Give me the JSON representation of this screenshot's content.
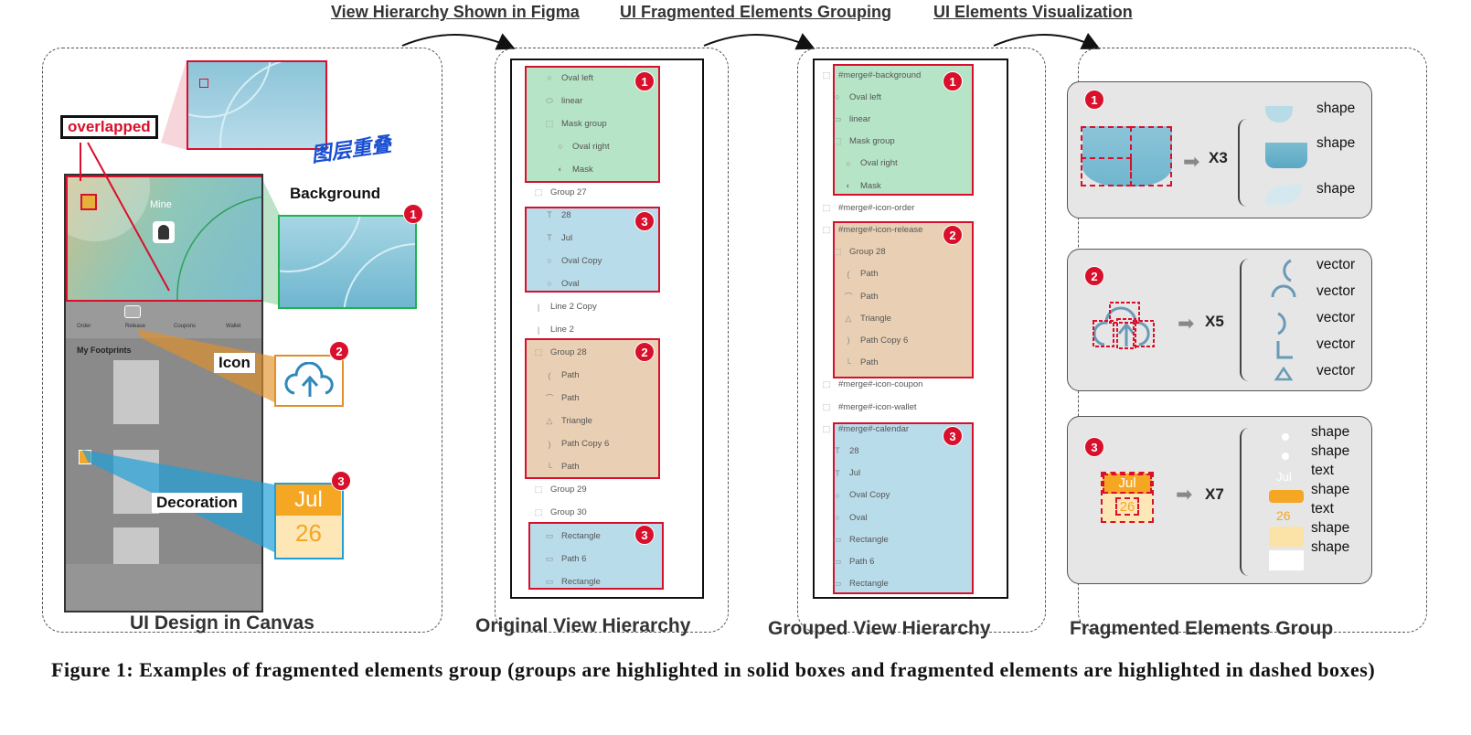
{
  "header": {
    "step1": "View Hierarchy Shown in Figma",
    "step2": "UI Fragmented Elements Grouping",
    "step3": "UI Elements Visualization"
  },
  "captions": {
    "canvas": "UI Design in Canvas",
    "original": "Original View Hierarchy",
    "grouped": "Grouped View Hierarchy",
    "fragmented": "Fragmented Elements Group"
  },
  "figure_caption": "Figure 1: Examples of fragmented elements group (groups are highlighted in solid boxes and fragmented elements are highlighted in dashed boxes)",
  "canvas": {
    "overlapped_label": "overlapped",
    "background_label": "Background",
    "icon_label": "Icon",
    "decoration_label": "Decoration",
    "handwriting": "图层重叠",
    "phone_title": "Mine",
    "tabs": [
      "Order",
      "Release",
      "Coupons",
      "Wallet"
    ],
    "footprints": "My Footprints",
    "calendar_month": "Jul",
    "calendar_day": "26"
  },
  "badges": [
    "1",
    "2",
    "3"
  ],
  "original_tree": [
    {
      "icon": "○",
      "label": "Oval left",
      "indent": 1
    },
    {
      "icon": "⬭",
      "label": "linear",
      "indent": 1
    },
    {
      "icon": "⬚",
      "label": "Mask group",
      "indent": 1
    },
    {
      "icon": "○",
      "label": "Oval right",
      "indent": 2
    },
    {
      "icon": "◐",
      "label": "Mask",
      "indent": 2
    },
    {
      "icon": "⬚",
      "label": "Group 27",
      "indent": 0
    },
    {
      "icon": "T",
      "label": "28",
      "indent": 1
    },
    {
      "icon": "T",
      "label": "Jul",
      "indent": 1
    },
    {
      "icon": "○",
      "label": "Oval Copy",
      "indent": 1
    },
    {
      "icon": "○",
      "label": "Oval",
      "indent": 1
    },
    {
      "icon": "|",
      "label": "Line 2 Copy",
      "indent": 0
    },
    {
      "icon": "|",
      "label": "Line 2",
      "indent": 0
    },
    {
      "icon": "⬚",
      "label": "Group 28",
      "indent": 0
    },
    {
      "icon": "(",
      "label": "Path",
      "indent": 1
    },
    {
      "icon": "⌒",
      "label": "Path",
      "indent": 1
    },
    {
      "icon": "△",
      "label": "Triangle",
      "indent": 1
    },
    {
      "icon": ")",
      "label": "Path Copy 6",
      "indent": 1
    },
    {
      "icon": "└",
      "label": "Path",
      "indent": 1
    },
    {
      "icon": "⬚",
      "label": "Group 29",
      "indent": 0
    },
    {
      "icon": "⬚",
      "label": "Group 30",
      "indent": 0
    },
    {
      "icon": "▭",
      "label": "Rectangle",
      "indent": 1
    },
    {
      "icon": "▭",
      "label": "Path 6",
      "indent": 1
    },
    {
      "icon": "▭",
      "label": "Rectangle",
      "indent": 1
    }
  ],
  "grouped_tree": [
    {
      "icon": "⬚",
      "label": "#merge#-background",
      "indent": 0
    },
    {
      "icon": "○",
      "label": "Oval left",
      "indent": 1
    },
    {
      "icon": "▭",
      "label": "linear",
      "indent": 1
    },
    {
      "icon": "⬚",
      "label": "Mask group",
      "indent": 1
    },
    {
      "icon": "○",
      "label": "Oval right",
      "indent": 2
    },
    {
      "icon": "◐",
      "label": "Mask",
      "indent": 2
    },
    {
      "icon": "⬚",
      "label": "#merge#-icon-order",
      "indent": 0
    },
    {
      "icon": "⬚",
      "label": "#merge#-icon-release",
      "indent": 0
    },
    {
      "icon": "⬚",
      "label": "Group 28",
      "indent": 1
    },
    {
      "icon": "(",
      "label": "Path",
      "indent": 2
    },
    {
      "icon": "⌒",
      "label": "Path",
      "indent": 2
    },
    {
      "icon": "△",
      "label": "Triangle",
      "indent": 2
    },
    {
      "icon": ")",
      "label": "Path Copy 6",
      "indent": 2
    },
    {
      "icon": "└",
      "label": "Path",
      "indent": 2
    },
    {
      "icon": "⬚",
      "label": "#merge#-icon-coupon",
      "indent": 0
    },
    {
      "icon": "⬚",
      "label": "#merge#-icon-wallet",
      "indent": 0
    },
    {
      "icon": "⬚",
      "label": "#merge#-calendar",
      "indent": 0
    },
    {
      "icon": "T",
      "label": "28",
      "indent": 1
    },
    {
      "icon": "T",
      "label": "Jul",
      "indent": 1
    },
    {
      "icon": "○",
      "label": "Oval Copy",
      "indent": 1
    },
    {
      "icon": "○",
      "label": "Oval",
      "indent": 1
    },
    {
      "icon": "▭",
      "label": "Rectangle",
      "indent": 1
    },
    {
      "icon": "▭",
      "label": "Path 6",
      "indent": 1
    },
    {
      "icon": "▭",
      "label": "Rectangle",
      "indent": 1
    }
  ],
  "groups": [
    {
      "badge": "1",
      "multiplier": "X3",
      "outputs": [
        "shape",
        "shape",
        "shape"
      ]
    },
    {
      "badge": "2",
      "multiplier": "X5",
      "outputs": [
        "vector",
        "vector",
        "vector",
        "vector",
        "vector"
      ]
    },
    {
      "badge": "3",
      "multiplier": "X7",
      "outputs": [
        "shape",
        "shape",
        "text",
        "shape",
        "text",
        "shape",
        "shape"
      ],
      "text_samples": [
        "Jul",
        "26"
      ]
    }
  ],
  "colors": {
    "accent_red": "#d8102c",
    "green": "#1db44a",
    "orange": "#e09028",
    "blue": "#1fa0d8"
  }
}
